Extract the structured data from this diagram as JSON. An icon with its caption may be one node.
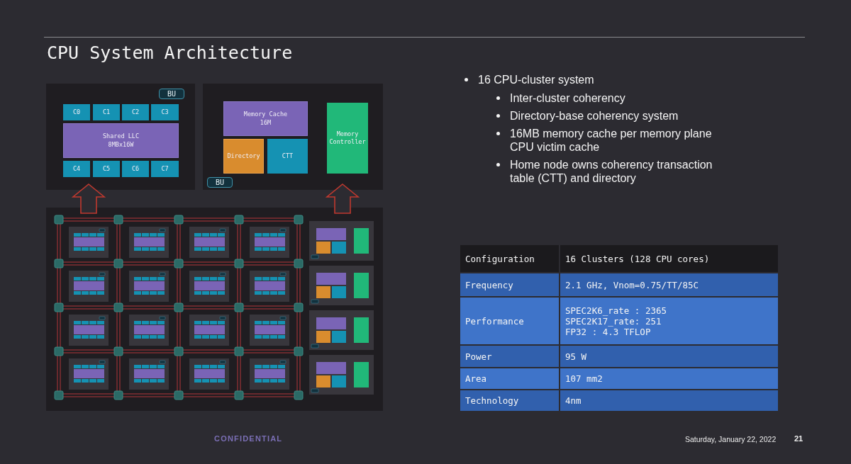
{
  "diagram": {
    "title": "CPU System Architecture",
    "nodes": [
      {
        "text": [],
        "shape": "box"
      },
      {
        "text": [
          "BU"
        ],
        "in": 0
      },
      {
        "text": [
          "C0"
        ],
        "in": 0
      },
      {
        "text": [
          "C1"
        ],
        "in": 0
      },
      {
        "text": [
          "C2"
        ],
        "in": 0
      },
      {
        "text": [
          "C3"
        ],
        "in": 0
      },
      {
        "text": [
          "Shared LLC 8MBx16W"
        ],
        "in": 0
      },
      {
        "text": [
          "C4"
        ],
        "in": 0
      },
      {
        "text": [
          "C5"
        ],
        "in": 0
      },
      {
        "text": [
          "C6"
        ],
        "in": 0
      },
      {
        "text": [
          "C7"
        ],
        "in": 0
      },
      {
        "text": [],
        "shape": "box"
      },
      {
        "text": [
          "Memory Cache 16M"
        ],
        "in": 11
      },
      {
        "text": [
          "Directory"
        ],
        "in": 11
      },
      {
        "text": [
          "CTT"
        ],
        "in": 11
      },
      {
        "text": [
          "Memory Controller"
        ],
        "in": 11
      },
      {
        "text": [
          "BU"
        ],
        "in": 11
      },
      {
        "text": [],
        "shape": "box"
      }
    ],
    "edges": [
      {
        "from": 17,
        "to": 0,
        "arrow": "to"
      },
      {
        "from": 17,
        "to": 11,
        "arrow": "to"
      }
    ],
    "labels": [
      "16 CPU-cluster system",
      "Inter-cluster coherency",
      "Directory-base coherency system",
      "16MB memory cache per memory plane CPU victim cache",
      "Home node owns coherency transaction table (CTT) and directory",
      "Configuration",
      "16 Clusters (128 CPU cores)",
      "Frequency",
      "2.1 GHz, Vnom=0.75/TT/85C",
      "Performance",
      "SPEC2K6_rate : 2365",
      "SPEC2K17_rate: 251",
      "FP32 : 4.3 TFLOP",
      "Power",
      "95 W",
      "Area",
      "107 mm2",
      "Technology",
      "4nm",
      "CONFIDENTIAL",
      "Saturday, January 22, 2022",
      "21"
    ]
  }
}
